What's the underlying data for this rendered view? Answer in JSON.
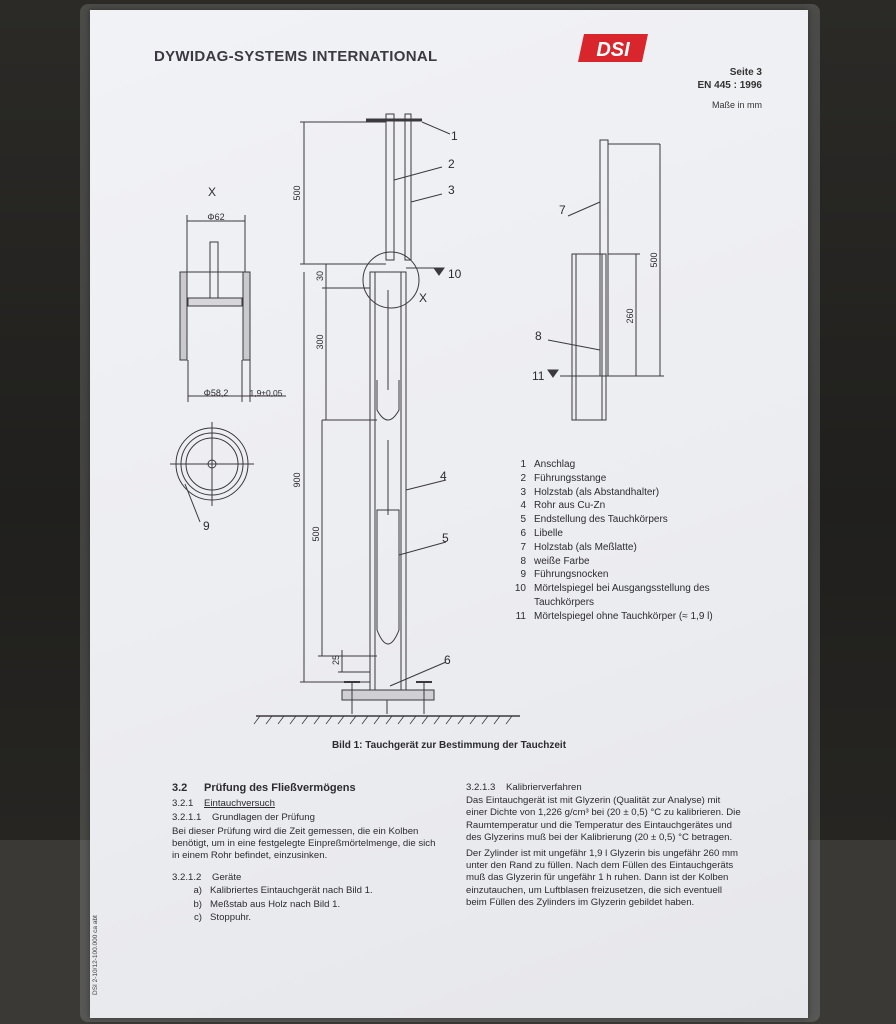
{
  "header": {
    "company": "DYWIDAG-SYSTEMS INTERNATIONAL",
    "logo_text": "DSI",
    "page": "Seite 3",
    "standard": "EN 445 : 1996",
    "units": "Maße in mm"
  },
  "detail": {
    "label": "X",
    "dim_top": "Φ62",
    "dim_bottom": "Φ58,2",
    "dim_wall": "1,9±0,05"
  },
  "drawing_labels": {
    "dims": [
      "500",
      "30",
      "300",
      "900",
      "500",
      "25"
    ],
    "x_marker": "X",
    "callouts": [
      "1",
      "2",
      "3",
      "4",
      "5",
      "6",
      "9",
      "10"
    ]
  },
  "calibration": {
    "dims": [
      "500",
      "260"
    ],
    "callouts": [
      "7",
      "8",
      "11"
    ]
  },
  "legend": [
    {
      "num": "1",
      "text": "Anschlag"
    },
    {
      "num": "2",
      "text": "Führungsstange"
    },
    {
      "num": "3",
      "text": "Holzstab (als Abstandhalter)"
    },
    {
      "num": "4",
      "text": "Rohr aus Cu-Zn"
    },
    {
      "num": "5",
      "text": "Endstellung des Tauchkörpers"
    },
    {
      "num": "6",
      "text": "Libelle"
    },
    {
      "num": "7",
      "text": "Holzstab (als Meßlatte)"
    },
    {
      "num": "8",
      "text": "weiße Farbe"
    },
    {
      "num": "9",
      "text": "Führungsnocken"
    },
    {
      "num": "10",
      "text": "Mörtelspiegel bei Ausgangsstellung des Tauchkörpers"
    },
    {
      "num": "11",
      "text": "Mörtelspiegel ohne Tauchkörper (≈ 1,9 l)"
    }
  ],
  "figure_caption": "Bild 1:  Tauchgerät zur Bestimmung der Tauchzeit",
  "section_left": {
    "h1_num": "3.2",
    "h1": "Prüfung des Fließvermögens",
    "h2_num": "3.2.1",
    "h2": "Eintauchversuch",
    "h3a_num": "3.2.1.1",
    "h3a": "Grundlagen der Prüfung",
    "p1": "Bei dieser Prüfung wird die Zeit gemessen, die ein Kolben benötigt, um in eine festgelegte Einpreßmörtelmenge, die sich in einem Rohr befindet, einzusinken.",
    "h3b_num": "3.2.1.2",
    "h3b": "Geräte",
    "items": [
      {
        "m": "a)",
        "t": "Kalibriertes Eintauchgerät nach Bild 1."
      },
      {
        "m": "b)",
        "t": "Meßstab aus Holz nach Bild 1."
      },
      {
        "m": "c)",
        "t": "Stoppuhr."
      }
    ]
  },
  "section_right": {
    "h3_num": "3.2.1.3",
    "h3": "Kalibrierverfahren",
    "p1": "Das Eintauchgerät ist mit Glyzerin (Qualität zur Analyse) mit einer Dichte von 1,226 g/cm³ bei (20 ± 0,5) °C zu kalibrieren. Die Raumtemperatur und die Temperatur des Eintauchgerätes und des Glyzerins muß bei der Kalibrierung (20 ± 0,5) °C betragen.",
    "p2": "Der Zylinder ist mit ungefähr 1,9 l Glyzerin bis ungefähr 260 mm unter den Rand zu füllen. Nach dem Füllen des Eintauchgeräts muß das Glyzerin für ungefähr 1 h ruhen. Dann ist der Kolben einzutauchen, um Luftblasen freizusetzen, die sich eventuell beim Füllen des Zylinders im Glyzerin gebildet haben."
  },
  "side_note": "DSI 2-10/12-100.000 ca abt"
}
